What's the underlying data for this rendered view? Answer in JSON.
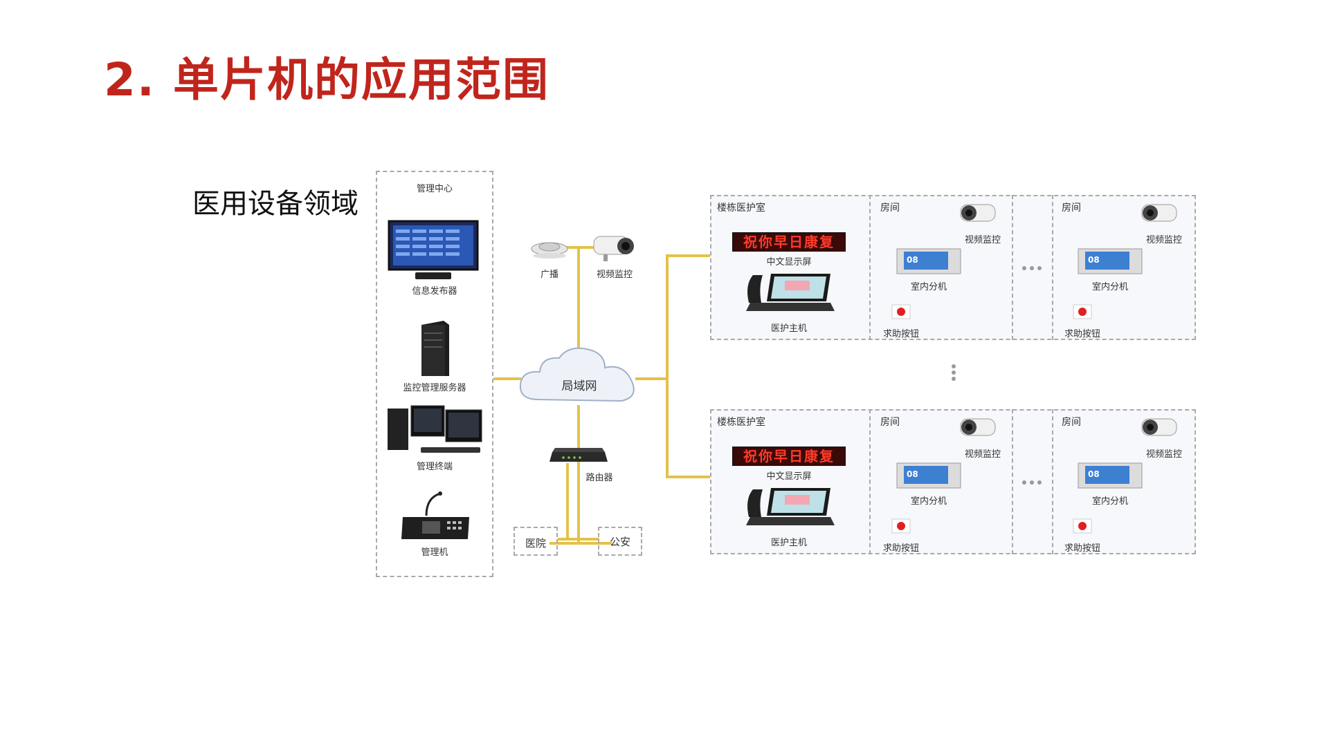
{
  "slide": {
    "title": "2. 单片机的应用范围",
    "subtitle": "医用设备领域"
  },
  "colors": {
    "title": "#c0251c",
    "connector": "#e3c24a",
    "dashed_border": "#a9a9a9"
  },
  "management_center": {
    "title": "管理中心",
    "items": [
      "信息发布器",
      "监控管理服务器",
      "管理终端",
      "管理机"
    ]
  },
  "network": {
    "cloud_label": "局域网",
    "top_devices": [
      "广播",
      "视频监控"
    ],
    "router_label": "路由器",
    "bottom_nodes": [
      "医院",
      "公安"
    ]
  },
  "building_group": {
    "nurse_station": {
      "title": "楼栋医护室",
      "led_text": "祝你早日康复",
      "display_label": "中文显示屏",
      "host_label": "医护主机"
    },
    "room": {
      "title": "房间",
      "camera_label": "视频监控",
      "extension_label": "室内分机",
      "extension_number": "08",
      "button_label": "求助按钮"
    }
  },
  "icons": [
    "monitor-icon",
    "server-icon",
    "workstation-icon",
    "console-icon",
    "speaker-icon",
    "camera-icon",
    "router-icon",
    "cloud-icon",
    "phone-host-icon",
    "intercom-icon",
    "alarm-button-icon",
    "ellipsis-icon"
  ]
}
